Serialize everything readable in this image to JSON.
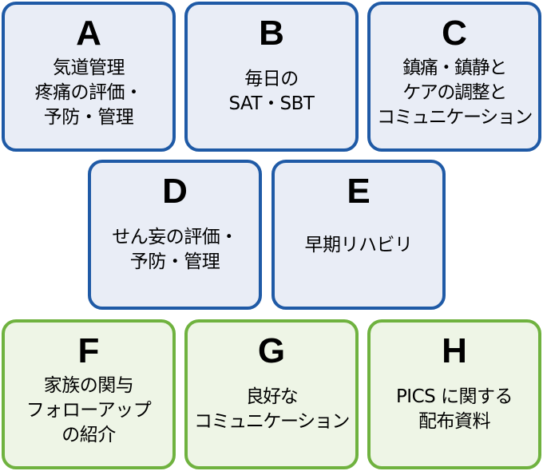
{
  "cards": [
    {
      "letter": "A",
      "lines": [
        "気道管理",
        "疼痛の評価・",
        "予防・管理"
      ]
    },
    {
      "letter": "B",
      "lines": [
        "毎日の",
        "SAT・SBT"
      ]
    },
    {
      "letter": "C",
      "lines": [
        "鎮痛・鎮静と",
        "ケアの調整と",
        "コミュニケーション"
      ]
    },
    {
      "letter": "D",
      "lines": [
        "せん妄の評価・",
        "予防・管理"
      ]
    },
    {
      "letter": "E",
      "lines": [
        "早期リハビリ"
      ]
    },
    {
      "letter": "F",
      "lines": [
        "家族の関与",
        "フォローアップ",
        "の紹介"
      ]
    },
    {
      "letter": "G",
      "lines": [
        "良好な",
        "コミュニケーション"
      ]
    },
    {
      "letter": "H",
      "lines": [
        "PICS に関する",
        "配布資料"
      ]
    }
  ],
  "colors": {
    "blue_border": "#1f5aa6",
    "blue_fill": "#e9edf6",
    "green_border": "#6fb23f",
    "green_fill": "#eef5e6"
  }
}
